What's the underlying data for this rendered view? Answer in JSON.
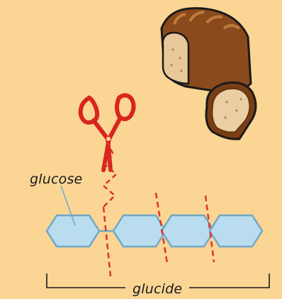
{
  "labels": {
    "glucose": "glucose",
    "glucide": "glucide"
  },
  "colors": {
    "background": "#FBD594",
    "hexagon_fill": "#B9DDEF",
    "hexagon_stroke": "#6FA8C8",
    "cut_line": "#E0332A",
    "scissors": "#D8261E"
  },
  "icons": {
    "scissors": "scissors-icon",
    "bread": "bread-loaf-icon"
  },
  "chain": {
    "unit_count": 4
  }
}
